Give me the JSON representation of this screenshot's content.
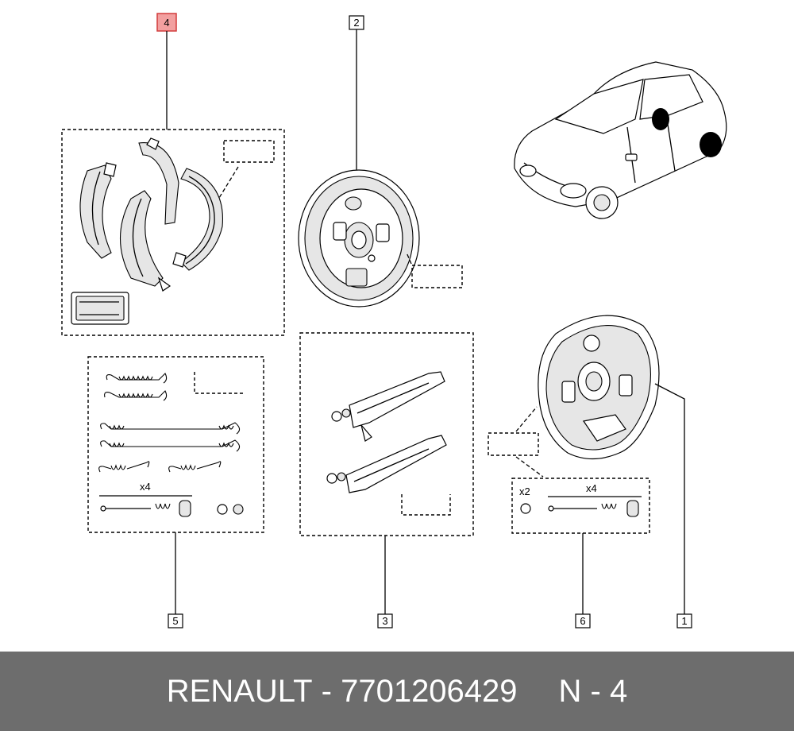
{
  "callouts": [
    {
      "id": "1",
      "label": "1",
      "highlighted": false
    },
    {
      "id": "2",
      "label": "2",
      "highlighted": false
    },
    {
      "id": "3",
      "label": "3",
      "highlighted": false
    },
    {
      "id": "4",
      "label": "4",
      "highlighted": true
    },
    {
      "id": "5",
      "label": "5",
      "highlighted": false
    },
    {
      "id": "6",
      "label": "6",
      "highlighted": false
    }
  ],
  "quantities": {
    "kit5_pins": "x4",
    "kit6_nuts": "x2",
    "kit6_pins": "x4"
  },
  "footer": {
    "brand": "RENAULT",
    "separator": "-",
    "part_number": "7701206429",
    "ref": "N - 4"
  },
  "colors": {
    "highlight_fill": "#f2a0a0",
    "highlight_stroke": "#d23c3c",
    "footer_bg": "#6d6d6d",
    "footer_text": "#ffffff"
  }
}
